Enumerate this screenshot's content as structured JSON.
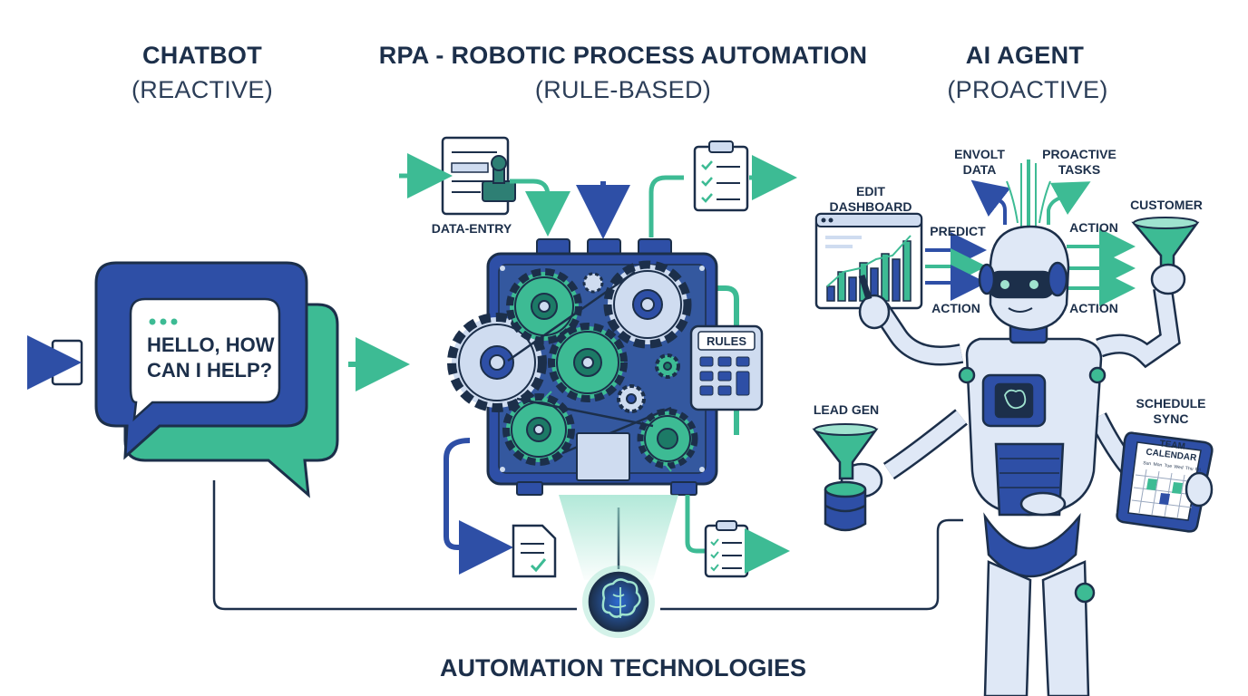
{
  "headers": {
    "chatbot": {
      "title": "CHATBOT",
      "subtitle": "(REACTIVE)"
    },
    "rpa": {
      "title": "RPA - ROBOTIC PROCESS AUTOMATION",
      "subtitle": "(RULE-BASED)"
    },
    "agent": {
      "title": "AI AGENT",
      "subtitle": "(PROACTIVE)"
    }
  },
  "chatbot": {
    "message": "HELLO, HOW\nCAN I HELP?"
  },
  "rpa": {
    "data_entry_label": "DATA-ENTRY",
    "rules_label": "RULES"
  },
  "agent": {
    "labels": {
      "edit_dashboard": "EDIT\nDASHBOARD",
      "envolt_data": "ENVOLT\nDATA",
      "proactive_tasks": "PROACTIVE\nTASKS",
      "customer": "CUSTOMER",
      "predict": "PREDICT",
      "action_top_right": "ACTION",
      "action_left": "ACTION",
      "action_right": "ACTION",
      "lead_gen": "LEAD GEN",
      "schedule_sync": "SCHEDULE\nSYNC"
    },
    "tablet": {
      "title": "TEAM\nCALENDAR",
      "days": [
        "Sun",
        "Mon",
        "Tue",
        "Wed",
        "Thu",
        "Fri"
      ]
    }
  },
  "footer": {
    "label": "AUTOMATION TECHNOLOGIES"
  },
  "colors": {
    "navy": "#1c2f4a",
    "blue": "#2e4fa6",
    "teal": "#3dbb94",
    "light_blue": "#cfdcf0"
  }
}
